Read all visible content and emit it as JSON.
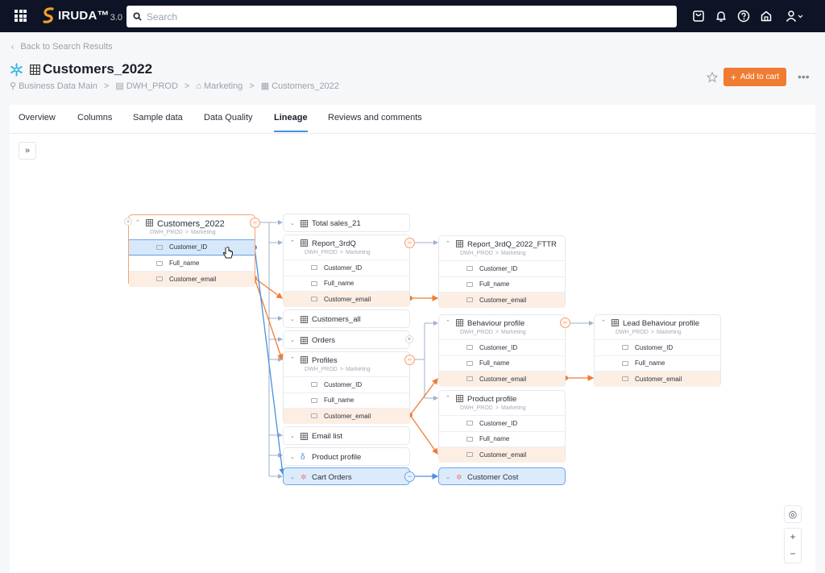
{
  "topbar": {
    "app_name": "IRUDA™",
    "app_version": "3.0",
    "search_placeholder": "Search",
    "icons": [
      "apps-grid-icon",
      "cart-bag-icon",
      "bell-icon",
      "help-icon",
      "home-icon",
      "user-icon"
    ]
  },
  "header": {
    "back_label": "Back to Search Results",
    "title": "Customers_2022",
    "breadcrumb": [
      {
        "label": "Business Data Main",
        "icon": "domain-icon"
      },
      {
        "label": "DWH_PROD",
        "icon": "database-icon"
      },
      {
        "label": "Marketing",
        "icon": "schema-icon"
      },
      {
        "label": "Customers_2022",
        "icon": "table-icon"
      }
    ],
    "breadcrumb_sep": ">",
    "add_to_cart_label": "Add to cart",
    "more_label": "•••"
  },
  "tabs": [
    {
      "label": "Overview",
      "active": false
    },
    {
      "label": "Columns",
      "active": false
    },
    {
      "label": "Sample data",
      "active": false
    },
    {
      "label": "Data Quality",
      "active": false
    },
    {
      "label": "Lineage",
      "active": true
    },
    {
      "label": "Reviews and comments",
      "active": false
    }
  ],
  "lineage": {
    "expand_panel_label": "»",
    "subpath": {
      "db": "DWH_PROD",
      "sep": ">",
      "schema": "Marketing"
    },
    "columns": {
      "id": "Customer_ID",
      "name": "Full_name",
      "email": "Customer_email"
    },
    "nodes": {
      "customers_2022": "Customers_2022",
      "total_sales_21": "Total sales_21",
      "report_3rdq": "Report_3rdQ",
      "customers_all": "Customers_all",
      "orders": "Orders",
      "profiles": "Profiles",
      "email_list": "Email list",
      "product_profile_left": "Product profile",
      "cart_orders": "Cart Orders",
      "report_3rdq_2022_fttr": "Report_3rdQ_2022_FTTR",
      "behaviour_profile": "Behaviour profile",
      "product_profile": "Product profile",
      "customer_cost": "Customer Cost",
      "lead_behaviour_profile": "Lead Behaviour profile"
    },
    "colors": {
      "orange": "#f07c33",
      "blue": "#4a90e2",
      "gray_edge": "#9fb0c8"
    }
  },
  "map_controls": {
    "locate": "◎",
    "zoom_in": "+",
    "zoom_out": "−"
  }
}
